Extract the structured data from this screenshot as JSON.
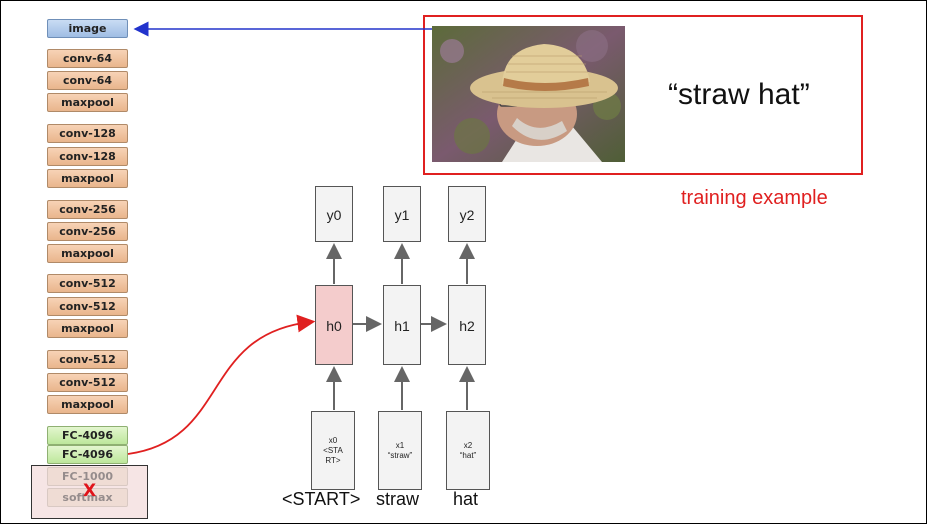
{
  "cnn": {
    "layers": [
      {
        "label": "image",
        "kind": "img"
      },
      {
        "label": "conv-64",
        "kind": "conv"
      },
      {
        "label": "conv-64",
        "kind": "conv"
      },
      {
        "label": "maxpool",
        "kind": "conv"
      },
      {
        "label": "conv-128",
        "kind": "conv"
      },
      {
        "label": "conv-128",
        "kind": "conv"
      },
      {
        "label": "maxpool",
        "kind": "conv"
      },
      {
        "label": "conv-256",
        "kind": "conv"
      },
      {
        "label": "conv-256",
        "kind": "conv"
      },
      {
        "label": "maxpool",
        "kind": "conv"
      },
      {
        "label": "conv-512",
        "kind": "conv"
      },
      {
        "label": "conv-512",
        "kind": "conv"
      },
      {
        "label": "maxpool",
        "kind": "conv"
      },
      {
        "label": "conv-512",
        "kind": "conv"
      },
      {
        "label": "conv-512",
        "kind": "conv"
      },
      {
        "label": "maxpool",
        "kind": "conv"
      },
      {
        "label": "FC-4096",
        "kind": "fc"
      },
      {
        "label": "FC-4096",
        "kind": "fc"
      },
      {
        "label": "FC-1000",
        "kind": "faded"
      },
      {
        "label": "softmax",
        "kind": "faded"
      }
    ],
    "removed_mark": "X"
  },
  "example": {
    "caption": "“straw hat”",
    "label": "training example"
  },
  "rnn": {
    "outputs": [
      "y0",
      "y1",
      "y2"
    ],
    "hidden": [
      "h0",
      "h1",
      "h2"
    ],
    "inputs": [
      {
        "name": "x0",
        "token": "<STA",
        "token2": "RT>"
      },
      {
        "name": "x1",
        "token": "“straw”",
        "token2": ""
      },
      {
        "name": "x2",
        "token": "“hat”",
        "token2": ""
      }
    ],
    "words": [
      "<START>",
      "straw",
      "hat"
    ]
  },
  "colors": {
    "image_arrow": "#2233cc",
    "feature_arrow": "#e02020",
    "example_border": "#e02020"
  }
}
